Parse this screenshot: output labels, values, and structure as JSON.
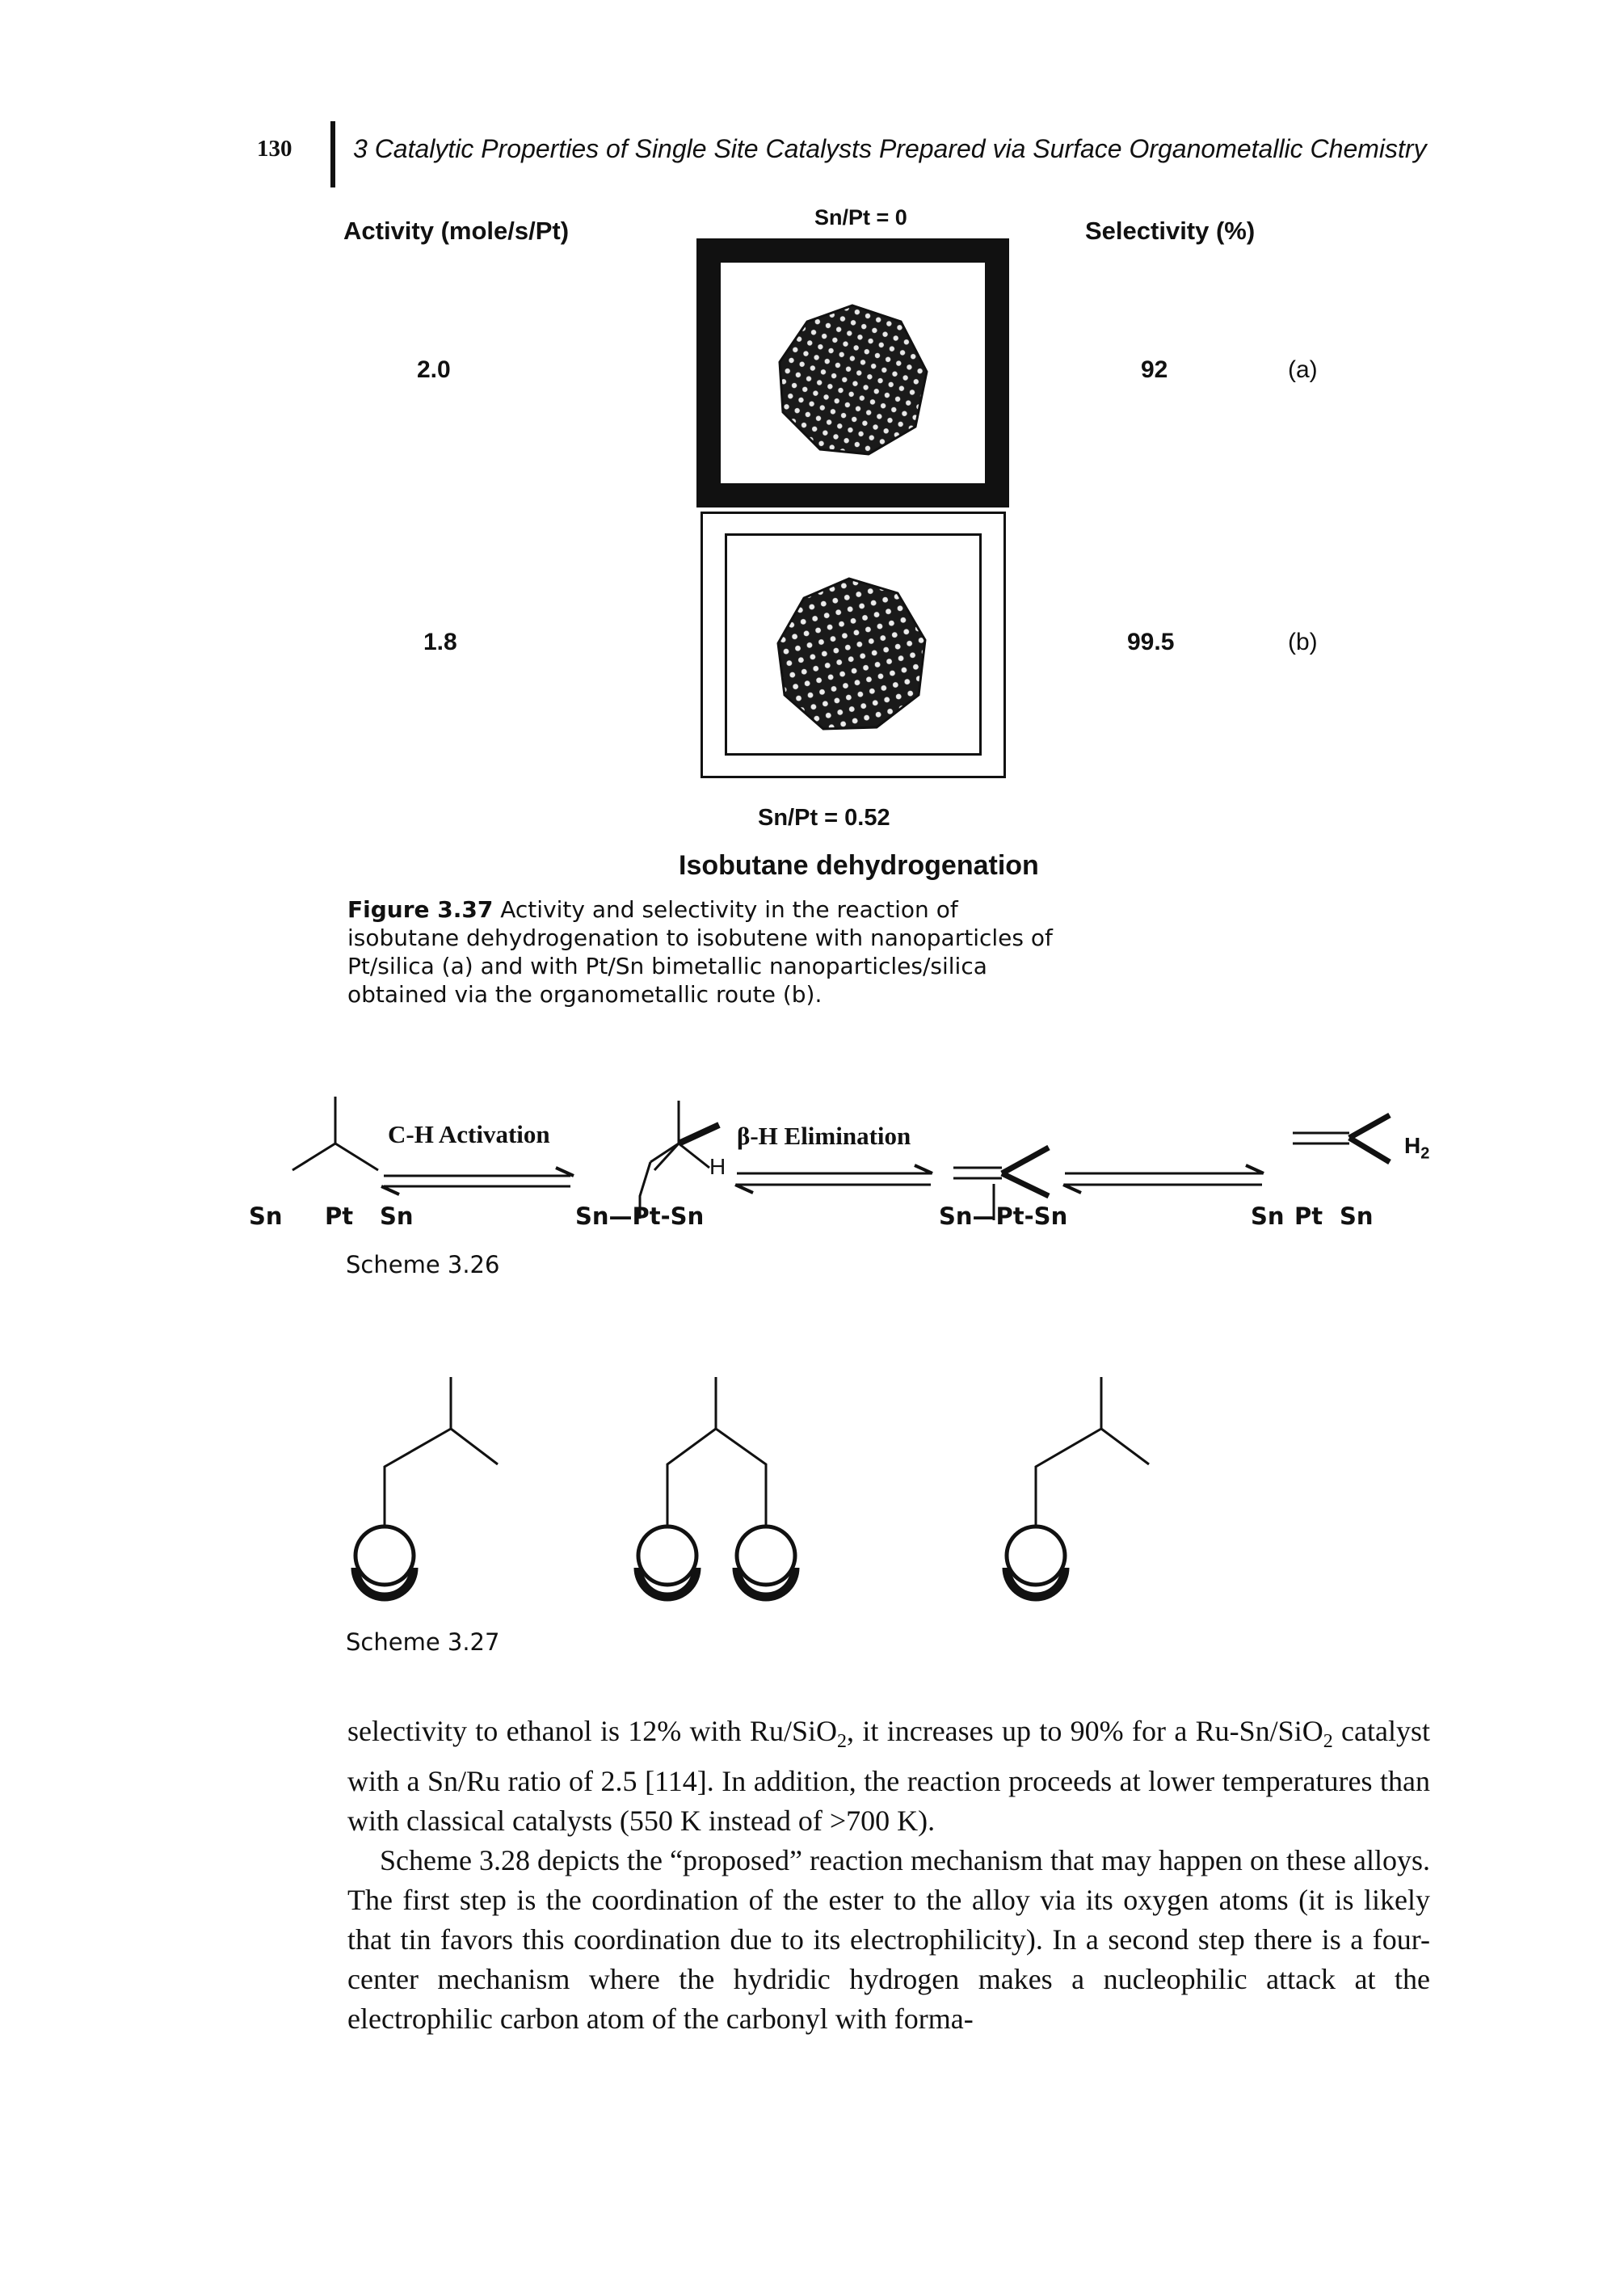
{
  "header": {
    "page_number": "130",
    "running_title": "3 Catalytic Properties of Single Site Catalysts Prepared via Surface Organometallic Chemistry"
  },
  "figure_3_37": {
    "activity_header": "Activity (mole/s/Pt)",
    "selectivity_header": "Selectivity (%)",
    "top_label": "Sn/Pt = 0",
    "bottom_label": "Sn/Pt = 0.52",
    "reaction_title": "Isobutane dehydrogenation",
    "rows": [
      {
        "activity": "2.0",
        "selectivity": "92",
        "label": "(a)"
      },
      {
        "activity": "1.8",
        "selectivity": "99.5",
        "label": "(b)"
      }
    ],
    "caption_label": "Figure 3.37",
    "caption_text": "Activity and selectivity in the reaction of isobutane dehydrogenation to isobutene with nanoparticles of Pt/silica (a) and with Pt/Sn bimetallic nanoparticles/silica obtained via the organometallic route (b)."
  },
  "scheme_3_26": {
    "label": "Scheme 3.26",
    "step1": "C-H Activation",
    "step2": "β-H Elimination",
    "h_atom": "H",
    "h2": "H",
    "h2_sub": "2",
    "sn_a": "Sn",
    "pt_a": "Pt",
    "sn_b": "Sn",
    "site_1": "Sn—Pt-Sn",
    "site_2": "Sn—Pt-Sn",
    "sn_c": "Sn",
    "pt_c": "Pt",
    "sn_d": "Sn"
  },
  "scheme_3_27": {
    "label": "Scheme 3.27"
  },
  "body": {
    "p1_a": "selectivity to ethanol is 12% with Ru/SiO",
    "p1_sub1": "2",
    "p1_b": ", it increases up to 90% for a Ru-Sn/SiO",
    "p1_sub2": "2",
    "p1_c": " catalyst with a Sn/Ru ratio of 2.5 [114]. In addition, the reaction proceeds at lower temperatures than with classical catalysts (550 K instead of >700 K).",
    "p2": "Scheme 3.28 depicts the “proposed” reaction mechanism that may happen on these alloys. The first step is the coordination of the ester to the alloy via its oxygen atoms (it is likely that tin favors this coordination due to its electrophilicity). In a second step there is a four-center mechanism where the hydridic hydrogen makes a nucleophilic attack at the electrophilic carbon atom of the carbonyl with forma-"
  },
  "colors": {
    "ink": "#111111",
    "paper": "#ffffff"
  }
}
